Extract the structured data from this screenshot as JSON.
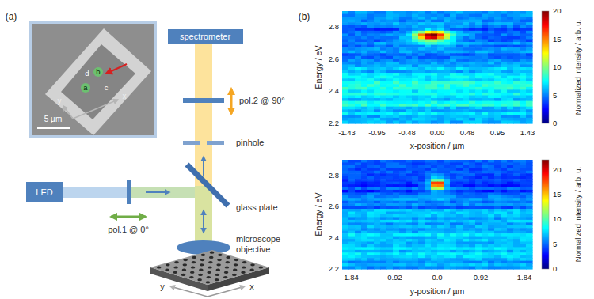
{
  "diagram": {
    "nodes": [
      {
        "text": [
          "spectrometer"
        ]
      },
      {
        "text": [
          "LED"
        ]
      }
    ],
    "labels": [
      "(a)",
      "d",
      "b",
      "a",
      "c",
      "y",
      "x",
      "5 µm",
      "pol.2 @ 90°",
      "pinhole",
      "glass plate",
      "microscope objective",
      "pol.1 @ 0°",
      "y",
      "x",
      "(b)",
      "Energy / eV",
      "2.8",
      "2.6",
      "2.4",
      "2.2",
      "-1.43",
      "-0.95",
      "-0.48",
      "0.00",
      "0.48",
      "0.95",
      "1.43",
      "x-position / µm",
      "20",
      "15",
      "10",
      "5",
      "0",
      "Normalized intensity / arb. u.",
      "Energy / eV",
      "2.8",
      "2.6",
      "2.4",
      "2.2",
      "-1.84",
      "-0.92",
      "0.0",
      "0.92",
      "1.84",
      "y-position / µm",
      "20",
      "15",
      "10",
      "5",
      "0",
      "Normalized intensity / arb. u."
    ]
  }
}
